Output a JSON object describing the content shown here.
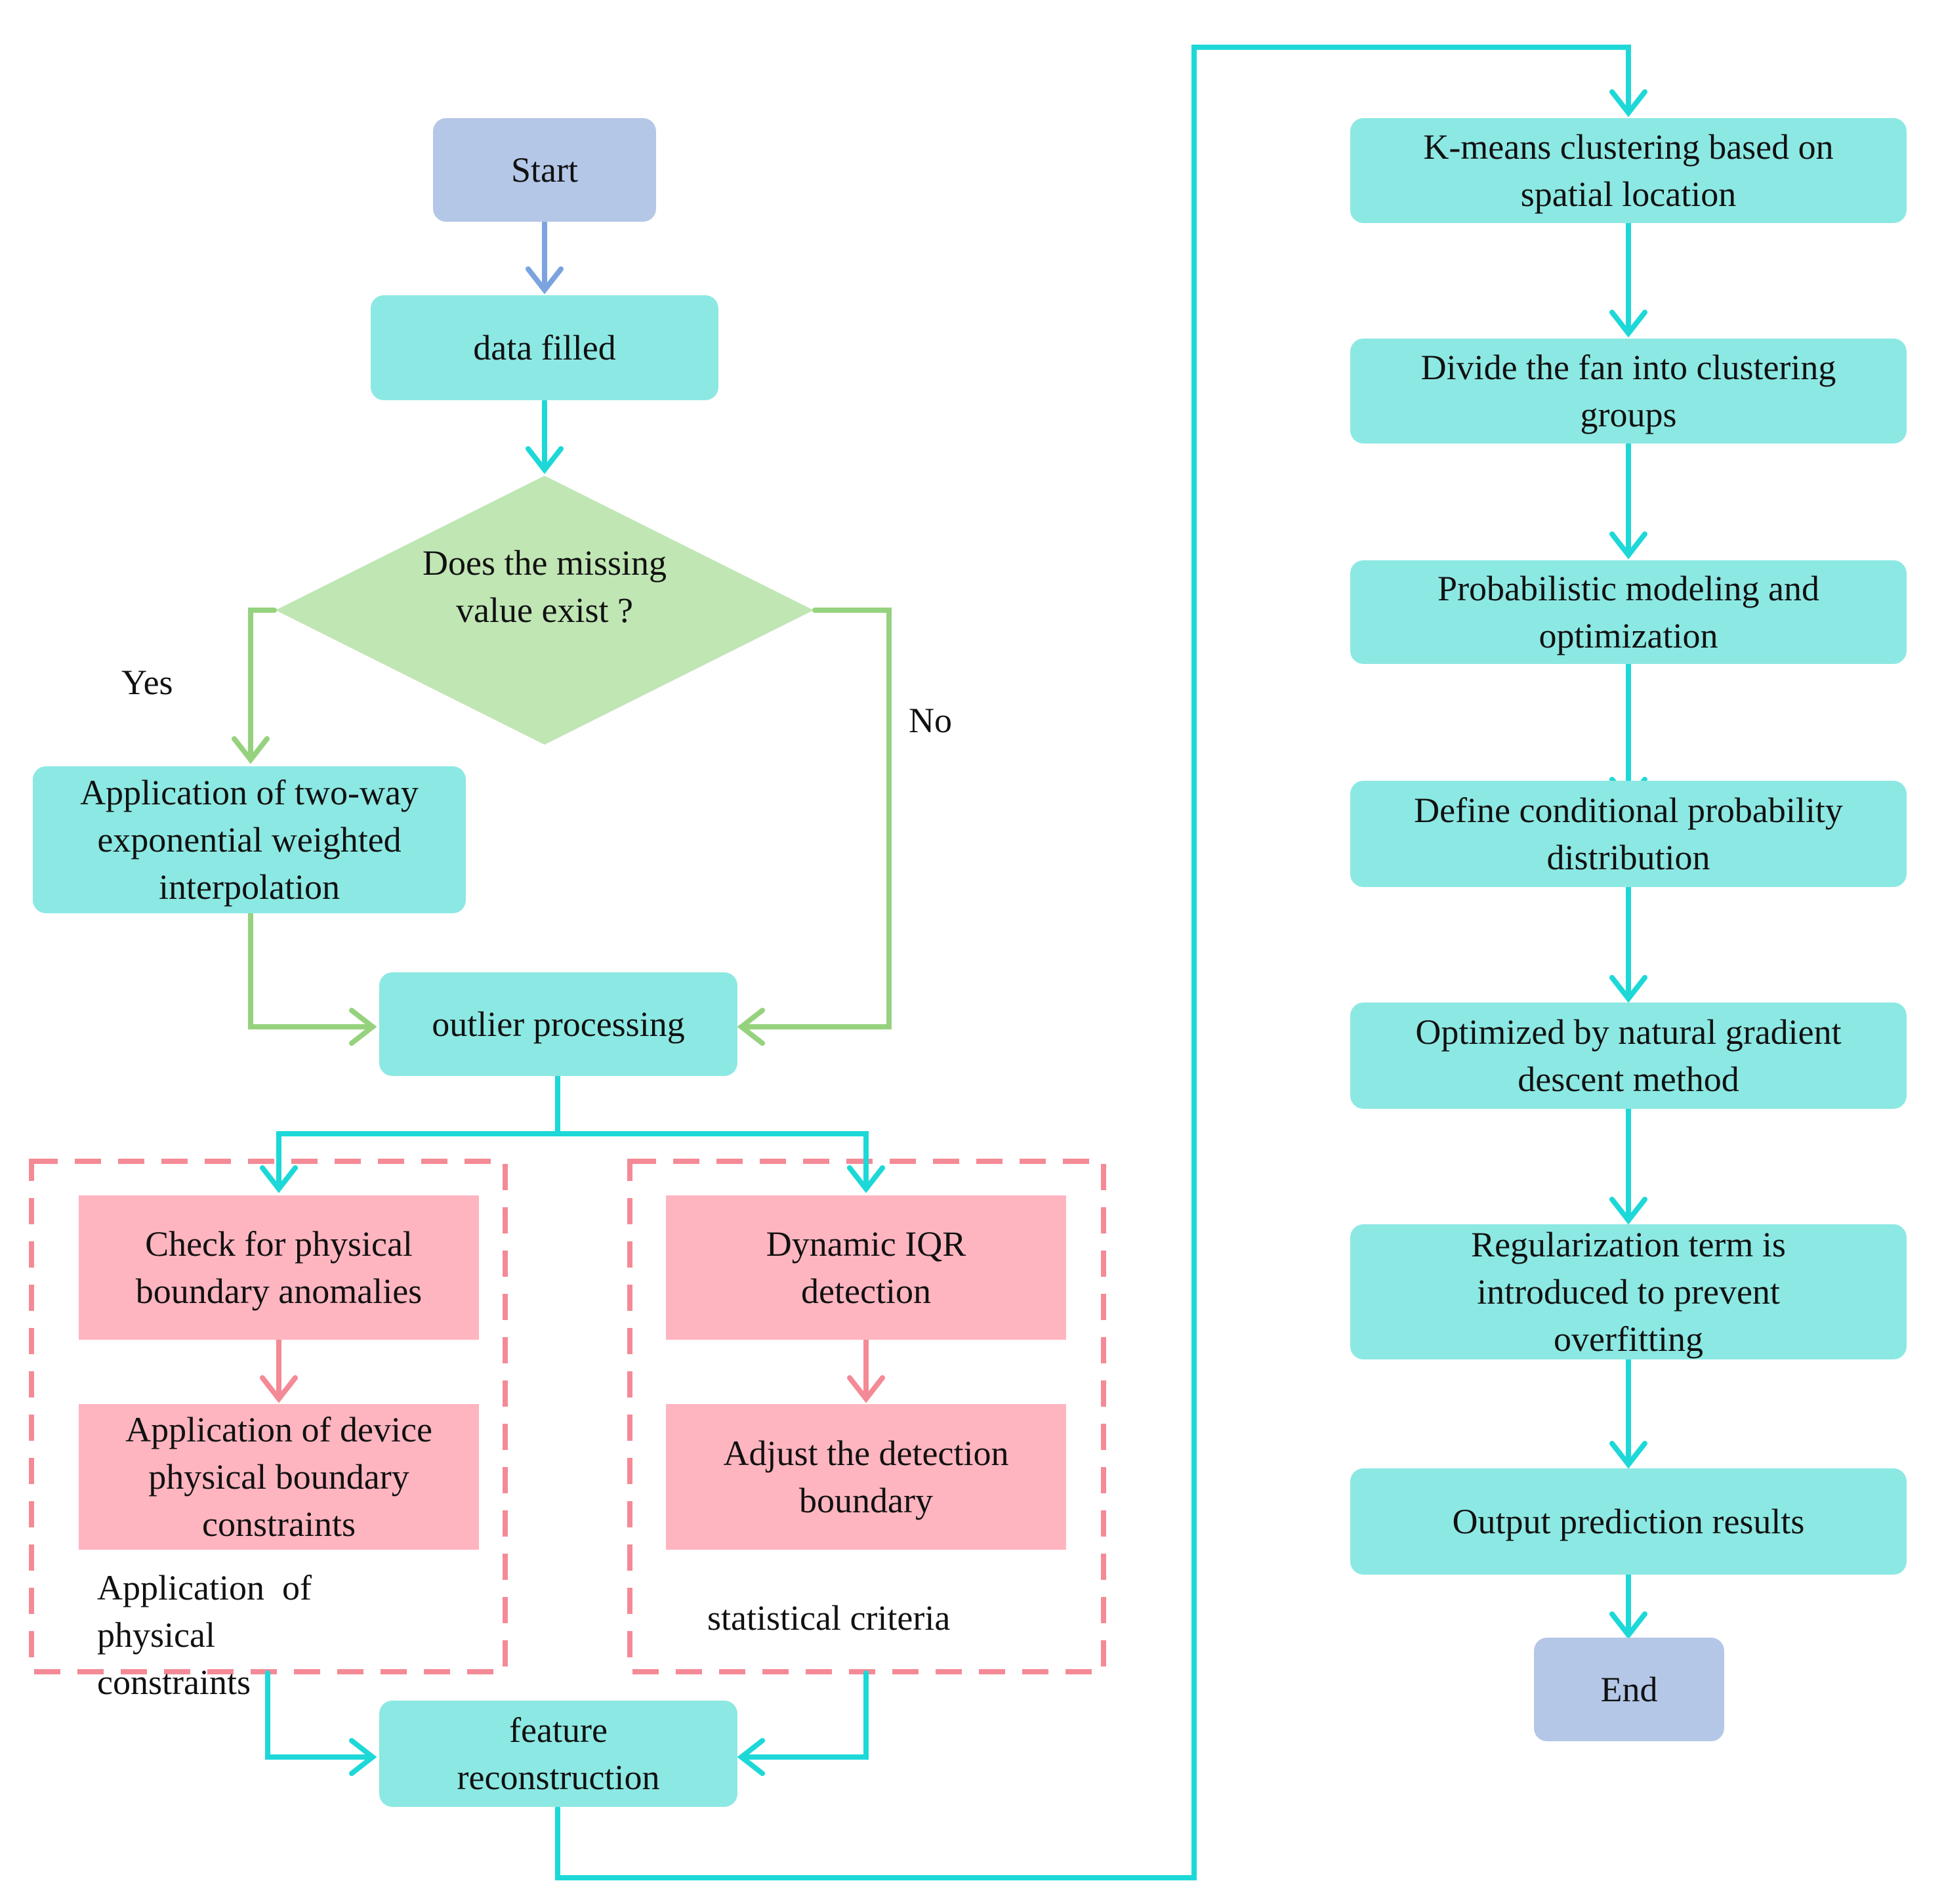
{
  "nodes": {
    "start": "Start",
    "data_filled": "data filled",
    "decision": "Does the missing value exist ?",
    "interpolation": "Application of two-way exponential weighted interpolation",
    "outlier": "outlier processing",
    "check_physical": "Check for physical boundary anomalies",
    "device_constraints": "Application of device physical boundary constraints",
    "dynamic_iqr": "Dynamic IQR detection",
    "adjust_boundary": "Adjust the detection boundary",
    "feature": "feature reconstruction",
    "kmeans": "K-means clustering based on spatial location",
    "divide": "Divide the fan into clustering groups",
    "prob_model": "Probabilistic modeling and optimization",
    "cond_prob": "Define conditional probability distribution",
    "natural_grad": "Optimized by natural gradient descent method",
    "regularization": "Regularization term is introduced to prevent overfitting",
    "output": "Output prediction results",
    "end": "End"
  },
  "labels": {
    "yes": "Yes",
    "no": "No",
    "group_physical": "Application  of physical constraints",
    "group_statistical": "statistical criteria"
  },
  "colors": {
    "start_end_fill": "#b4c7e7",
    "process_fill": "#8ce8e3",
    "decision_fill": "#c0e6b4",
    "anomaly_fill": "#ffb5c0",
    "teal_arrow": "#1ed8d8",
    "green_arrow": "#96d27e",
    "pink_arrow": "#f48a96",
    "blue_arrow": "#7aa3e0",
    "dashed_border": "#f48a96"
  }
}
